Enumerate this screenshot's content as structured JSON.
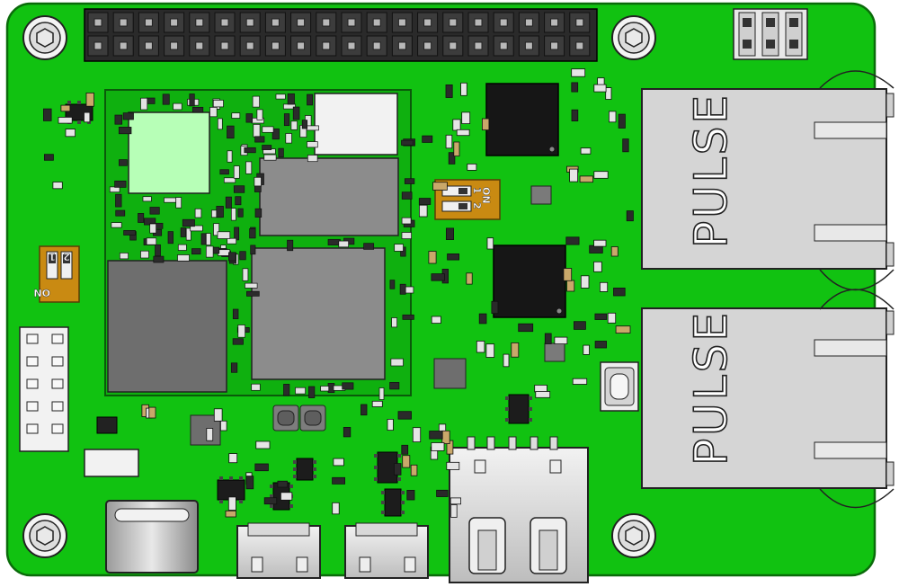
{
  "board": {
    "pcb_color": "#11c211",
    "pcb_edge": "#0a6b0a",
    "ethernet_jacks": [
      {
        "label": "PULSE"
      },
      {
        "label": "PULSE"
      }
    ],
    "dip_switches": [
      {
        "on_label": "ON",
        "numbers": [
          "1",
          "2"
        ]
      },
      {
        "on_label": "ON",
        "numbers": [
          "1",
          "2"
        ]
      }
    ],
    "components": {
      "gpio_header": "gpio-header",
      "usb_a": "usb-a-port",
      "usb_c": "usb-c-port",
      "micro_usb": [
        "micro-usb-port-1",
        "micro-usb-port-2"
      ],
      "som": "system-on-module"
    }
  }
}
